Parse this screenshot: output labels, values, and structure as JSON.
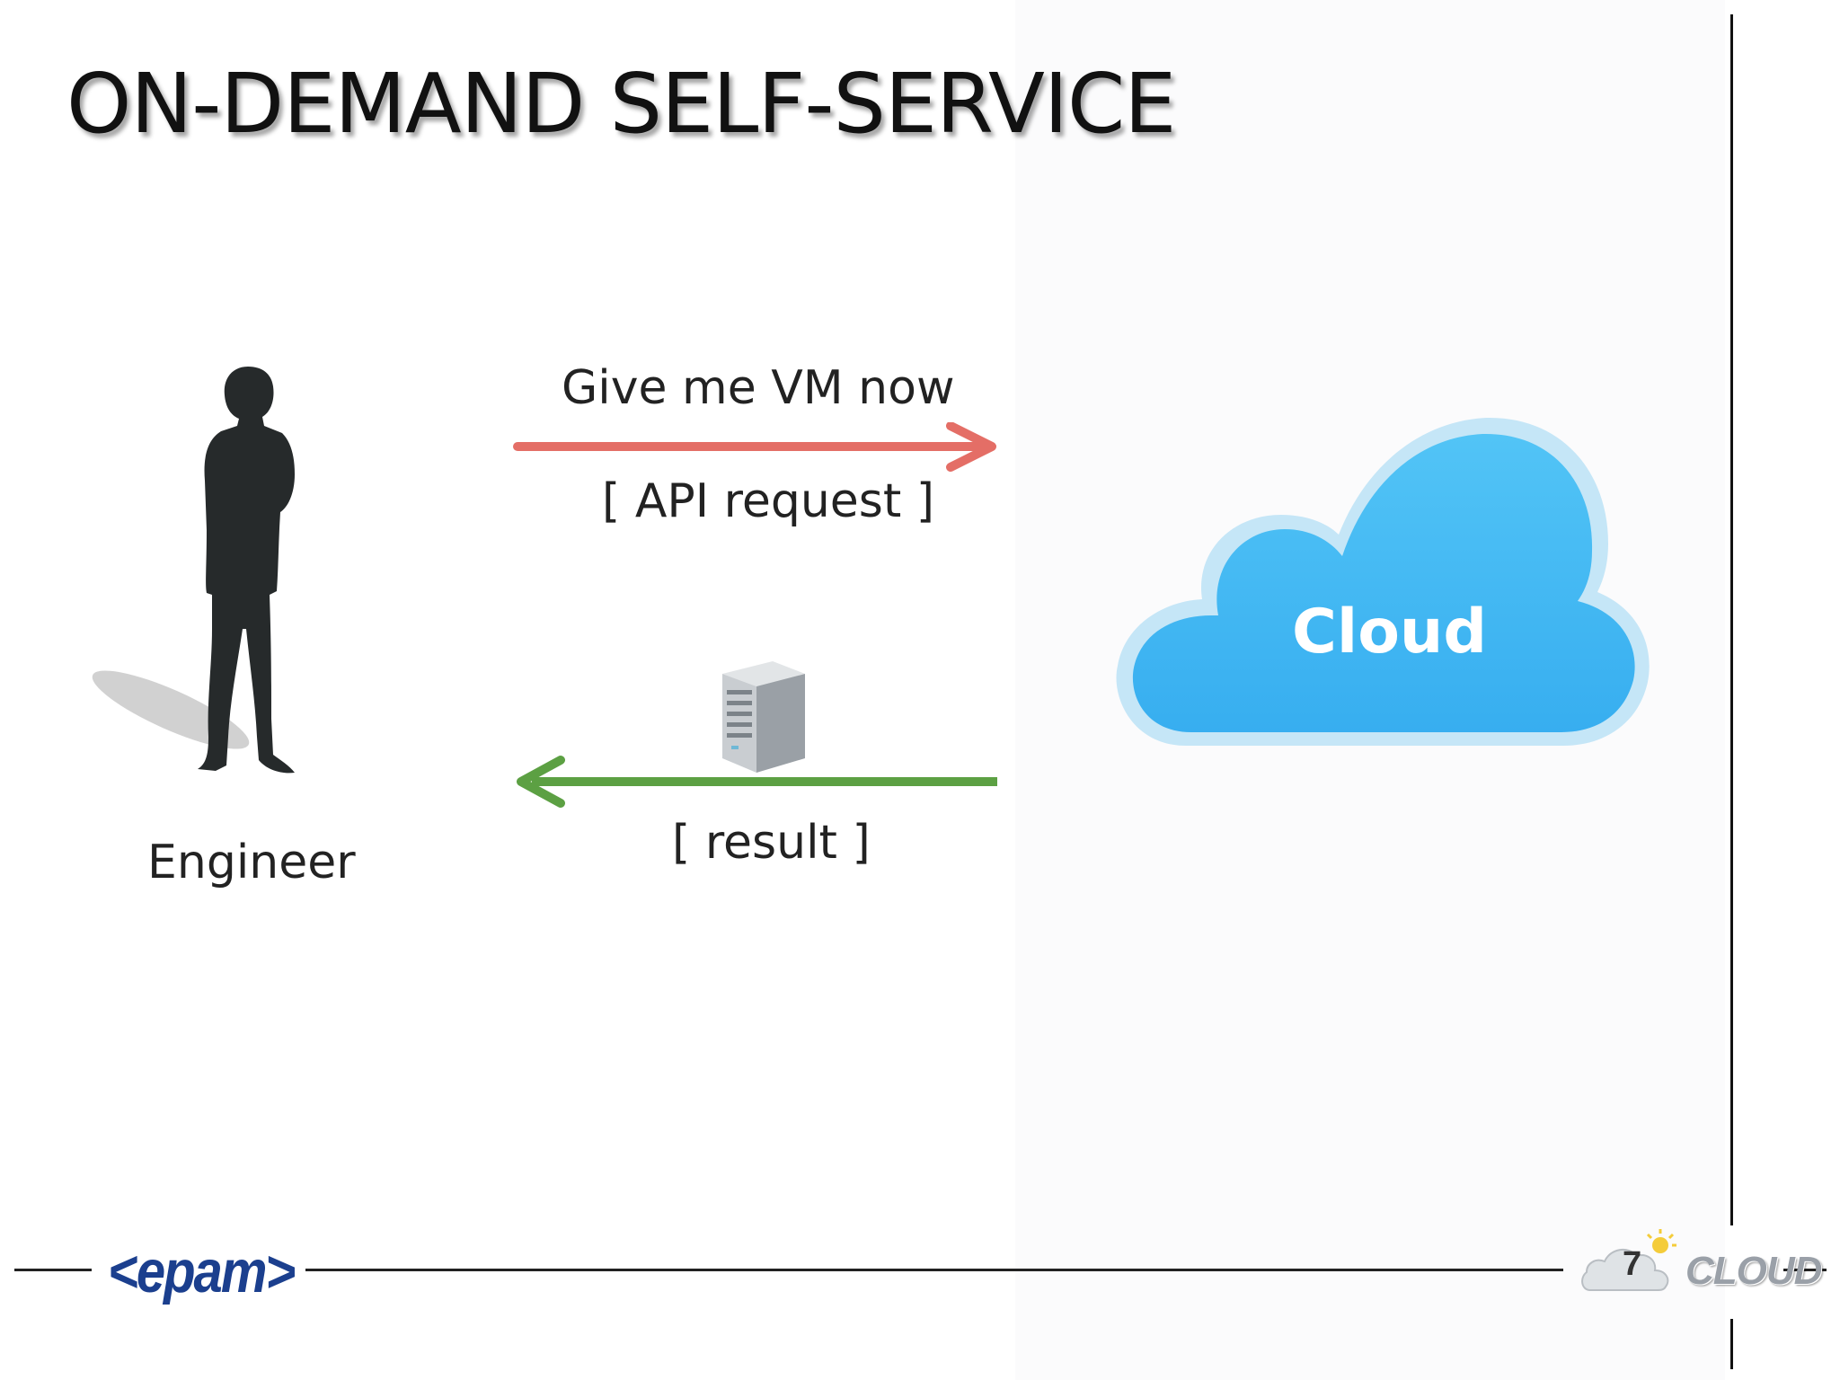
{
  "slide": {
    "title": "ON-DEMAND SELF-SERVICE",
    "page_number": "7",
    "footer_logo": "<epam>",
    "footer_brand": "CLOUD"
  },
  "diagram": {
    "request_label": "Give me VM now",
    "request_sublabel": "[ API request ]",
    "result_label": "[ result ]",
    "actor_label": "Engineer",
    "cloud_label": "Cloud",
    "colors": {
      "request_arrow": "#e46e66",
      "result_arrow": "#5ca043",
      "cloud_fill": "#3bb3ee",
      "cloud_rim": "#bfe4f7"
    }
  }
}
